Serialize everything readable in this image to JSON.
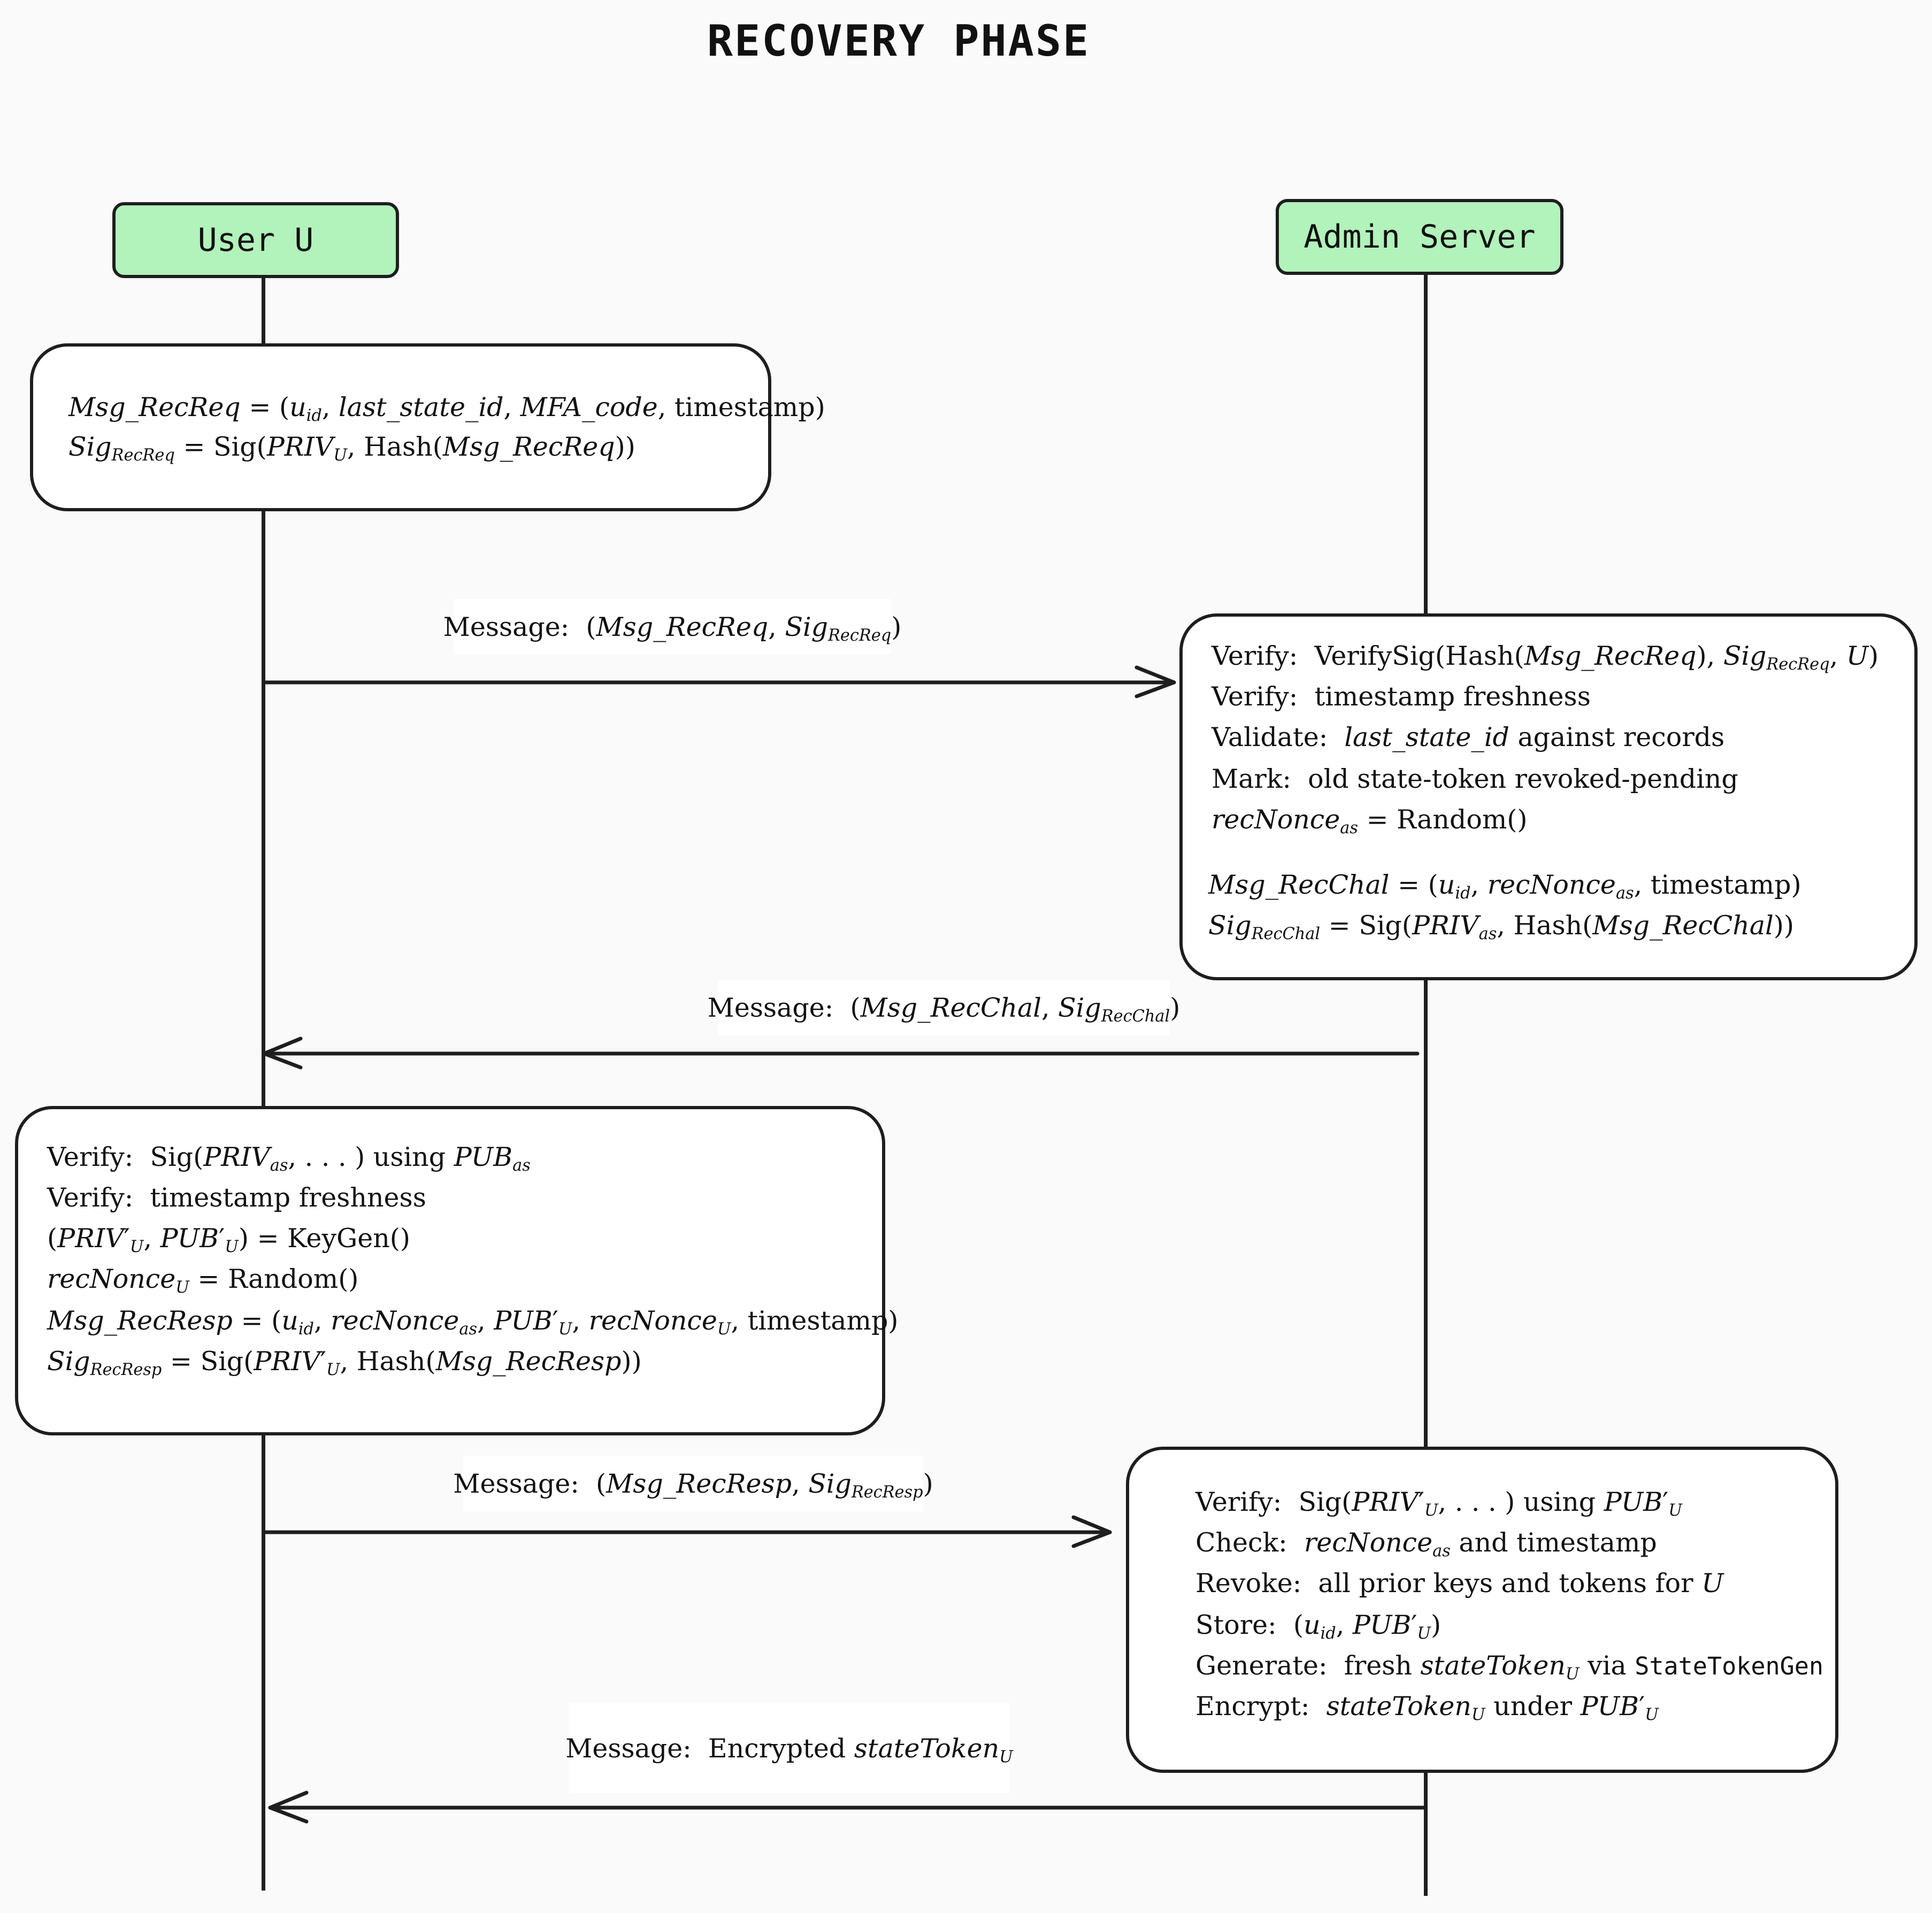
{
  "title": "RECOVERY PHASE",
  "actors": {
    "user": "User U",
    "server": "Admin Server"
  },
  "boxes": {
    "user_request": {
      "line1": "Msg_RecReq = (u_id, last_state_id, MFA_code, timestamp)",
      "line2": "Sig_RecReq = Sig(PRIV_U, Hash(Msg_RecReq))"
    },
    "server_challenge": {
      "line1": "Verify: VerifySig(Hash(Msg_RecReq), Sig_RecReq, U)",
      "line2": "Verify: timestamp freshness",
      "line3": "Validate: last_state_id against records",
      "line4": "Mark: old state-token revoked-pending",
      "line5": "recNonce_as = Random()",
      "line6": "Msg_RecChal = (u_id, recNonce_as, timestamp)",
      "line7": "Sig_RecChal = Sig(PRIV_as, Hash(Msg_RecChal))"
    },
    "user_response": {
      "line1": "Verify: Sig(PRIV_as, ...) using PUB_as",
      "line2": "Verify: timestamp freshness",
      "line3": "(PRIV'_U, PUB'_U) = KeyGen()",
      "line4": "recNonce_U = Random()",
      "line5": "Msg_RecResp = (u_id, recNonce_as, PUB'_U, recNonce_U, timestamp)",
      "line6": "Sig_RecResp = Sig(PRIV'_U, Hash(Msg_RecResp))"
    },
    "server_finalize": {
      "line1": "Verify: Sig(PRIV'_U, ...) using PUB'_U",
      "line2": "Check: recNonce_as and timestamp",
      "line3": "Revoke: all prior keys and tokens for U",
      "line4": "Store: (u_id, PUB'_U)",
      "line5": "Generate: fresh stateToken_U via StateTokenGen",
      "line6": "Encrypt: stateToken_U under PUB'_U"
    }
  },
  "messages": {
    "m1": "Message: (Msg_RecReq, Sig_RecReq)",
    "m2": "Message: (Msg_RecChal, Sig_RecChal)",
    "m3": "Message: (Msg_RecResp, Sig_RecResp)",
    "m4": "Message: Encrypted stateToken_U"
  }
}
